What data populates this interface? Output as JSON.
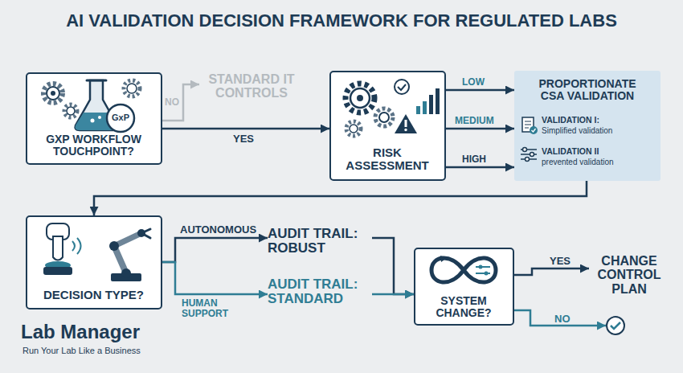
{
  "diagram": {
    "title": "AI VALIDATION DECISION FRAMEWORK FOR REGULATED LABS",
    "nodes": [
      {
        "text": [
          "GXP WORKFLOW TOUCHPOINT?"
        ]
      },
      {
        "text": [
          "STANDARD IT CONTROLS"
        ]
      },
      {
        "text": [
          "RISK ASSESSMENT"
        ]
      },
      {
        "text": [
          "PROPORTIONATE CSA VALIDATION",
          "VALIDATION I:",
          "Simplified validation",
          "VALIDATION II",
          "prevented validation"
        ]
      },
      {
        "text": [
          "DECISION TYPE?"
        ]
      },
      {
        "text": [
          "AUDIT TRAIL: ROBUST"
        ]
      },
      {
        "text": [
          "AUDIT TRAIL: STANDARD"
        ]
      },
      {
        "text": [
          "SYSTEM CHANGE?"
        ]
      },
      {
        "text": [
          "CHANGE CONTROL PLAN"
        ]
      }
    ],
    "edges": [
      {
        "from": 0,
        "to": 1,
        "label": "NO",
        "arrow": "to"
      },
      {
        "from": 0,
        "to": 2,
        "label": "YES",
        "arrow": "to"
      },
      {
        "from": 2,
        "to": 3,
        "label": "LOW",
        "arrow": "to"
      },
      {
        "from": 2,
        "to": 3,
        "label": "MEDIUM",
        "arrow": "to"
      },
      {
        "from": 2,
        "to": 3,
        "label": "HIGH",
        "arrow": "to"
      },
      {
        "from": 3,
        "to": 4,
        "arrow": "to"
      },
      {
        "from": 4,
        "to": 5,
        "label": "AUTONOMOUS",
        "arrow": "to"
      },
      {
        "from": 4,
        "to": 6,
        "label": "HUMAN SUPPORT",
        "arrow": "to"
      },
      {
        "from": 5,
        "to": 7,
        "arrow": "to"
      },
      {
        "from": 6,
        "to": 7,
        "arrow": "to"
      },
      {
        "from": 7,
        "to": 8,
        "label": "YES",
        "arrow": "to"
      }
    ],
    "labels": [
      "GxP",
      "NO",
      "Lab Manager",
      "Run Your Lab Like a Business"
    ]
  }
}
